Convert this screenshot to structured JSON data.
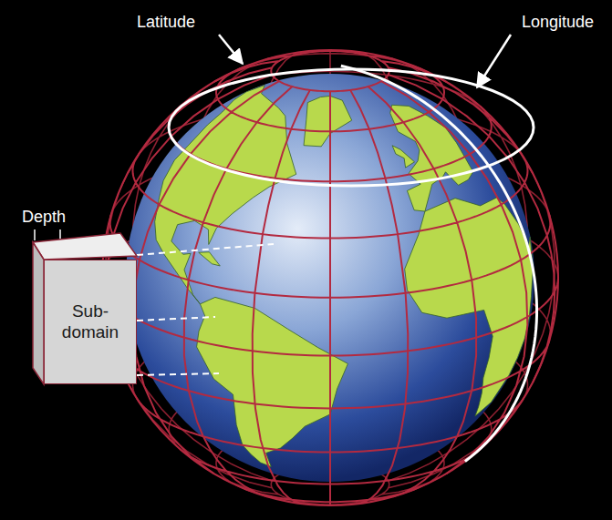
{
  "diagram": {
    "nodes": [
      {
        "text": [
          "Sub- domain"
        ]
      }
    ],
    "labels": [
      "Latitude",
      "Longitude",
      "Depth"
    ]
  }
}
